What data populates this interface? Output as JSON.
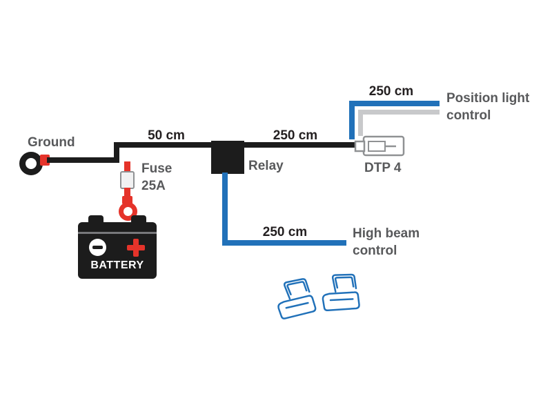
{
  "diagram": {
    "colors": {
      "wire_black": "#1c1c1c",
      "wire_red": "#e5332a",
      "wire_blue": "#2171b9",
      "wire_gray": "#c8c9cb",
      "connector_gray": "#8f9193",
      "text_gray": "#58595b",
      "text_dark": "#231f20"
    },
    "labels": {
      "ground": "Ground",
      "wire_ground_to_relay": "50 cm",
      "fuse_line1": "Fuse",
      "fuse_line2": "25A",
      "battery": "BATTERY",
      "relay": "Relay",
      "wire_relay_to_dtp": "250 cm",
      "dtp": "DTP 4",
      "wire_position_light": "250 cm",
      "position_light_line1": "Position light",
      "position_light_line2": "control",
      "wire_high_beam": "250 cm",
      "high_beam_line1": "High beam",
      "high_beam_line2": "control"
    }
  }
}
